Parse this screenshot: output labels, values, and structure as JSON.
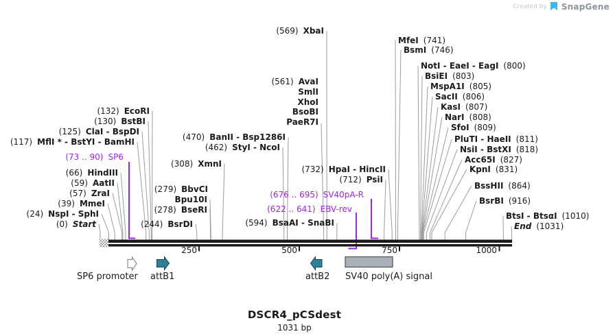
{
  "watermark": {
    "created_by": "Created by",
    "brand": "SnapGene"
  },
  "map": {
    "title": "DSCR4_pCSdest",
    "subtitle": "1031 bp"
  },
  "ruler": {
    "ticks": [
      "250",
      "500",
      "750",
      "1000"
    ]
  },
  "features": {
    "sp6_promoter": "SP6 promoter",
    "attb1": "attB1",
    "attb2": "attB2",
    "sv40_polya": "SV40 poly(A) signal"
  },
  "regions": {
    "sp6": {
      "pos": "(73 .. 90)",
      "name": "SP6"
    },
    "sv40pa_r": {
      "pos": "(676 .. 695)",
      "name": "SV40pA-R"
    },
    "ebv_rev": {
      "pos": "(622 .. 641)",
      "name": "EBV-rev"
    }
  },
  "colors": {
    "primer_purple": "#A020F0",
    "attb_teal": "#2E8098",
    "polya_gray": "#AAB1B8"
  },
  "sites": [
    {
      "pos": "(132)",
      "name": "EcoRI"
    },
    {
      "pos": "(130)",
      "name": "BstBI"
    },
    {
      "pos": "(125)",
      "name": "ClaI - BspDI"
    },
    {
      "pos": "(117)",
      "name": "MflI * - BstYI - BamHI"
    },
    {
      "pos": "(66)",
      "name": "HindIII"
    },
    {
      "pos": "(59)",
      "name": "AatII"
    },
    {
      "pos": "(57)",
      "name": "ZraI"
    },
    {
      "pos": "(39)",
      "name": "MmeI"
    },
    {
      "pos": "(24)",
      "name": "NspI - SphI"
    },
    {
      "pos": "(0)",
      "name": "Start"
    },
    {
      "pos": "(308)",
      "name": "XmnI"
    },
    {
      "pos": "(279)",
      "name": "BbvCI"
    },
    {
      "pos": "",
      "name": "Bpu10I"
    },
    {
      "pos": "(278)",
      "name": "BseRI"
    },
    {
      "pos": "(244)",
      "name": "BsrDI"
    },
    {
      "pos": "(470)",
      "name": "BanII - Bsp1286I"
    },
    {
      "pos": "(462)",
      "name": "StyI - NcoI"
    },
    {
      "pos": "(569)",
      "name": "XbaI"
    },
    {
      "pos": "(561)",
      "name": "AvaI"
    },
    {
      "pos": "",
      "name": "SmlI"
    },
    {
      "pos": "",
      "name": "XhoI"
    },
    {
      "pos": "",
      "name": "BsoBI"
    },
    {
      "pos": "",
      "name": "PaeR7I"
    },
    {
      "pos": "(594)",
      "name": "BsaAI - SnaBI"
    },
    {
      "pos": "(732)",
      "name": "HpaI - HincII"
    },
    {
      "pos": "(712)",
      "name": "PsiI"
    },
    {
      "name": "MfeI",
      "pos": "(741)"
    },
    {
      "name": "BsmI",
      "pos": "(746)"
    },
    {
      "name": "NotI - EaeI - EagI",
      "pos": "(800)"
    },
    {
      "name": "BsiEI",
      "pos": "(803)"
    },
    {
      "name": "MspA1I",
      "pos": "(805)"
    },
    {
      "name": "SacII",
      "pos": "(806)"
    },
    {
      "name": "KasI",
      "pos": "(807)"
    },
    {
      "name": "NarI",
      "pos": "(808)"
    },
    {
      "name": "SfoI",
      "pos": "(809)"
    },
    {
      "name": "PluTI - HaeII",
      "pos": "(811)"
    },
    {
      "name": "NsiI - BstXI",
      "pos": "(818)"
    },
    {
      "name": "Acc65I",
      "pos": "(827)"
    },
    {
      "name": "KpnI",
      "pos": "(831)"
    },
    {
      "name": "BssHII",
      "pos": "(864)"
    },
    {
      "name": "BsrBI",
      "pos": "(916)"
    },
    {
      "name": "BtsI - BtsαI",
      "pos": "(1010)"
    },
    {
      "name": "End",
      "pos": "(1031)"
    }
  ]
}
